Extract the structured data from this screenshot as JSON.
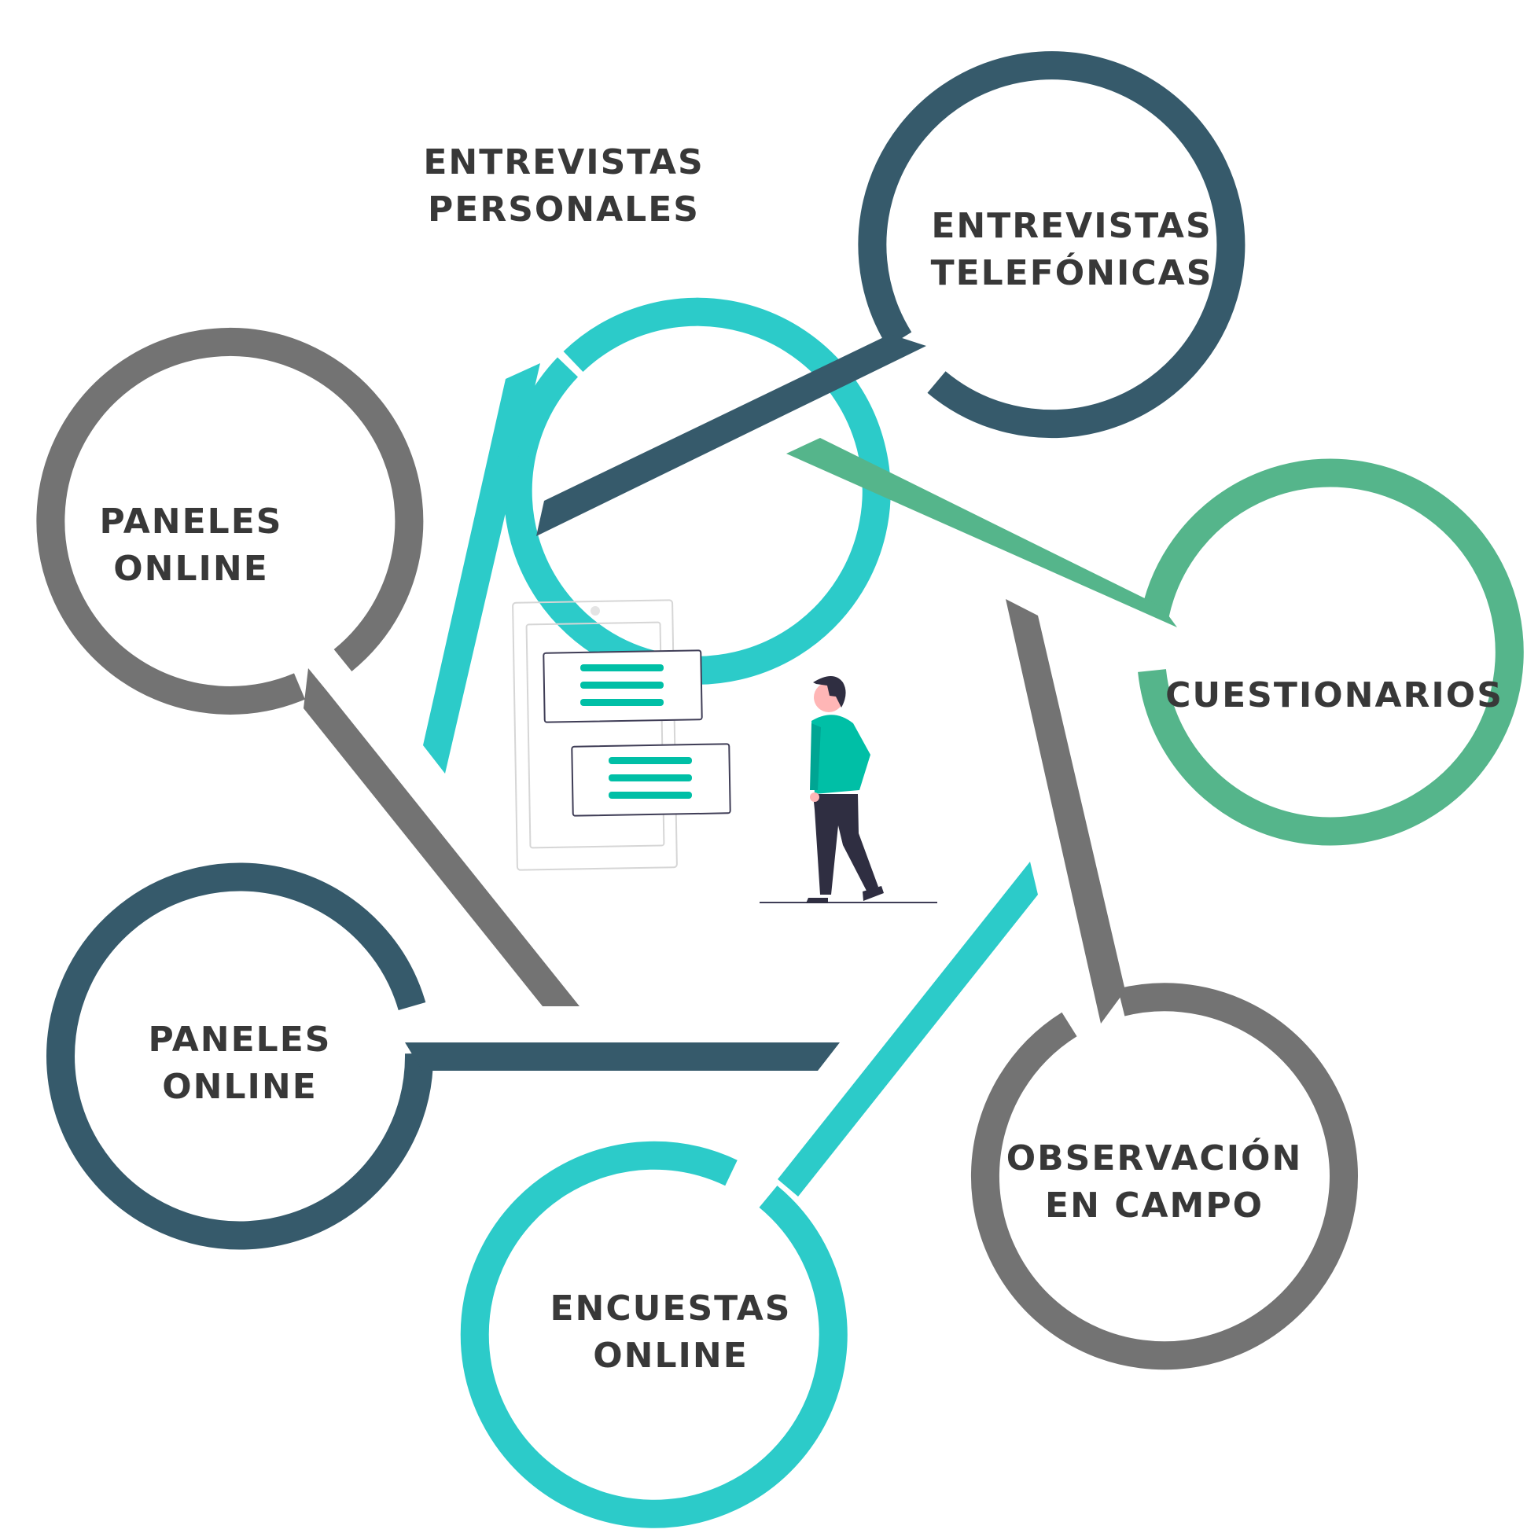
{
  "colors": {
    "teal": "#2ccbc9",
    "dark_slate": "#365a6b",
    "gray": "#737373",
    "green": "#55b58b",
    "text": "#383838",
    "person_shirt": "#00bfa6",
    "person_pants": "#2f2e41",
    "person_skin": "#ffb6b6"
  },
  "nodes": [
    {
      "id": "entrevistas-personales",
      "color": "teal",
      "label_lines": [
        "ENTREVISTAS",
        "PERSONALES"
      ]
    },
    {
      "id": "entrevistas-telefonicas",
      "color": "dark_slate",
      "label_lines": [
        "ENTREVISTAS",
        "TELEFÓNICAS"
      ]
    },
    {
      "id": "cuestionarios",
      "color": "green",
      "label_lines": [
        "CUESTIONARIOS"
      ]
    },
    {
      "id": "observacion-en-campo",
      "color": "gray",
      "label_lines": [
        "OBSERVACIÓN",
        "EN CAMPO"
      ]
    },
    {
      "id": "encuestas-online",
      "color": "teal",
      "label_lines": [
        "ENCUESTAS",
        "ONLINE"
      ]
    },
    {
      "id": "paneles-online-lower",
      "color": "dark_slate",
      "label_lines": [
        "PANELES",
        "ONLINE"
      ]
    },
    {
      "id": "paneles-online-upper",
      "color": "gray",
      "label_lines": [
        "PANELES",
        "ONLINE"
      ]
    }
  ],
  "center_icon": "person-looking-at-mobile-screen-illustration"
}
